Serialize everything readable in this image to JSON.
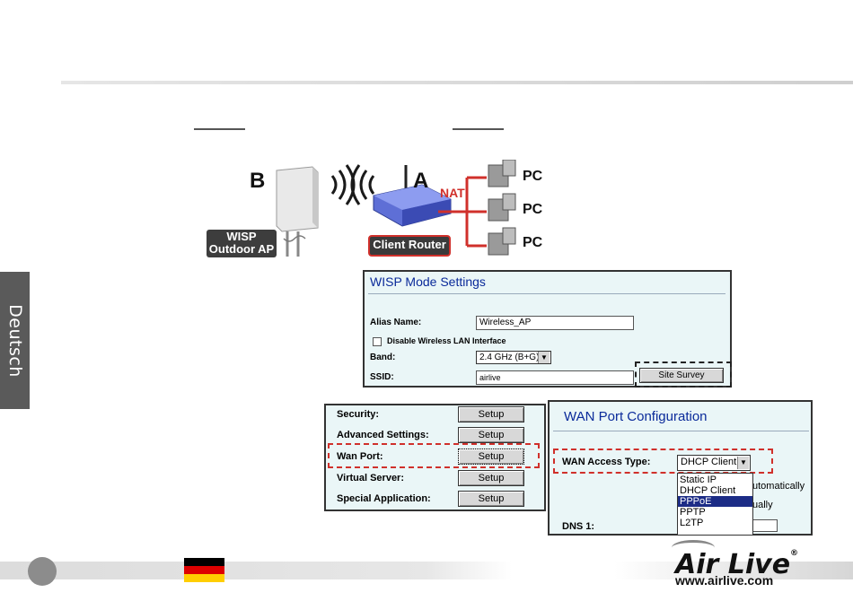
{
  "side_tab": {
    "label": "Deutsch"
  },
  "diagram": {
    "label_b": "B",
    "label_a": "A",
    "wisp_tag_line1": "WISP",
    "wisp_tag_line2": "Outdoor AP",
    "router_tag": "Client Router",
    "nat_label": "NAT",
    "pc_labels": [
      "PC",
      "PC",
      "PC"
    ]
  },
  "wisp_panel": {
    "title": "WISP Mode Settings",
    "alias_label": "Alias Name:",
    "alias_value": "Wireless_AP",
    "disable_label": "Disable Wireless LAN Interface",
    "band_label": "Band:",
    "band_value": "2.4 GHz (B+G)",
    "ssid_label": "SSID:",
    "ssid_value": "airlive",
    "site_survey_label": "Site Survey"
  },
  "settings_panel": {
    "rows": [
      {
        "label": "Security:",
        "button": "Setup"
      },
      {
        "label": "Advanced Settings:",
        "button": "Setup"
      },
      {
        "label": "Wan Port:",
        "button": "Setup"
      },
      {
        "label": "Virtual Server:",
        "button": "Setup"
      },
      {
        "label": "Special Application:",
        "button": "Setup"
      }
    ]
  },
  "wan_panel": {
    "title": "WAN Port Configuration",
    "access_type_label": "WAN Access Type:",
    "access_type_value": "DHCP Client",
    "options": [
      "Static IP",
      "DHCP Client",
      "PPPoE",
      "PPTP",
      "L2TP"
    ],
    "highlighted_option": "PPPoE",
    "partial_text_1": "utomatically",
    "partial_text_2": "ually",
    "dns_label": "DNS 1:"
  },
  "footer": {
    "logo": "Air Live",
    "logo_mark": "®",
    "website": "www.airlive.com"
  },
  "colors": {
    "accent_red": "#d0302b",
    "panel_bg": "#eaf6f7",
    "title_blue": "#0a2a9a",
    "highlight_blue": "#1c2c86"
  }
}
